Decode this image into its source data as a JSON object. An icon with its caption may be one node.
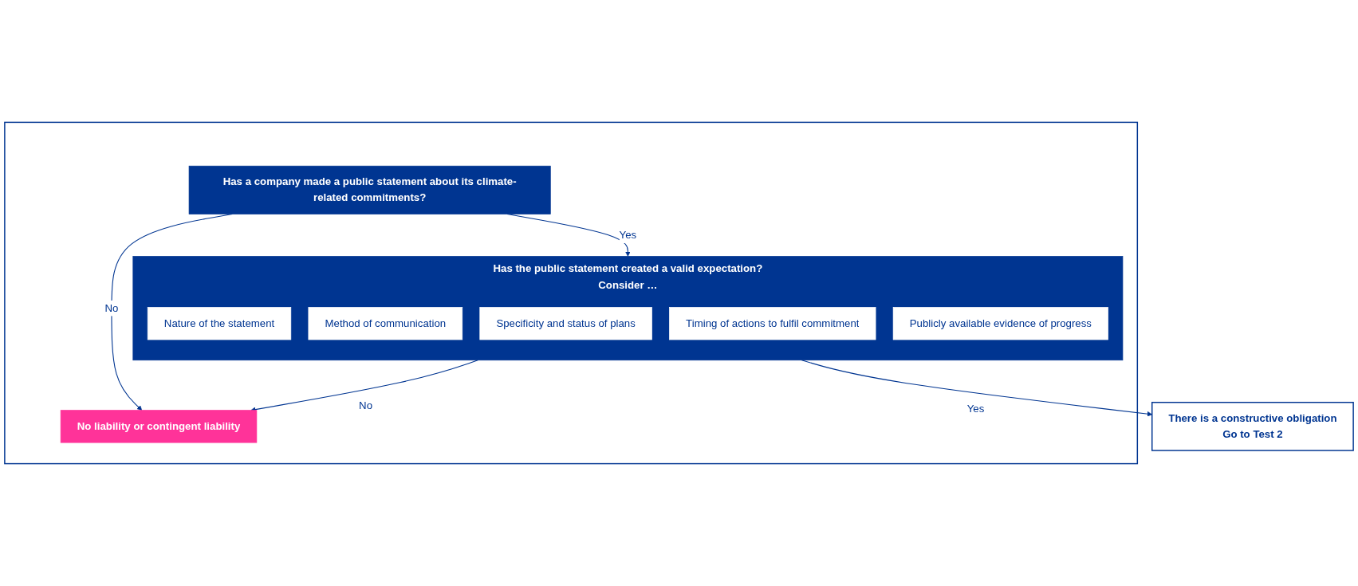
{
  "diagram": {
    "nodes": [
      {
        "text": [],
        "shape": "box"
      },
      {
        "text": [
          "Has a company made a public statement about its climate-related commitments?"
        ],
        "in": 0
      },
      {
        "text": [
          "Has the public statement created a valid expectation?",
          "Consider …"
        ],
        "in": 0
      },
      {
        "text": [
          "Nature of the statement"
        ],
        "in": 2
      },
      {
        "text": [
          "Method of communication"
        ],
        "in": 2
      },
      {
        "text": [
          "Specificity and status of plans"
        ],
        "in": 2
      },
      {
        "text": [
          "Timing of actions to fulfil commitment"
        ],
        "in": 2
      },
      {
        "text": [
          "Publicly available evidence of progress"
        ],
        "in": 2
      },
      {
        "text": [
          "No liability or contingent liability"
        ],
        "in": 0
      },
      {
        "text": [
          "There is a constructive obligation",
          "Go to Test 2"
        ]
      }
    ],
    "edges": [
      {
        "from": 1,
        "to": 2,
        "arrow": "to",
        "label": "Yes"
      },
      {
        "from": 2,
        "to": 9,
        "arrow": "to",
        "label": "Yes"
      },
      {
        "from": 1,
        "to": 8,
        "arrow": "to",
        "label": "No"
      },
      {
        "from": 2,
        "to": 8,
        "arrow": "to",
        "label": "No"
      }
    ]
  }
}
